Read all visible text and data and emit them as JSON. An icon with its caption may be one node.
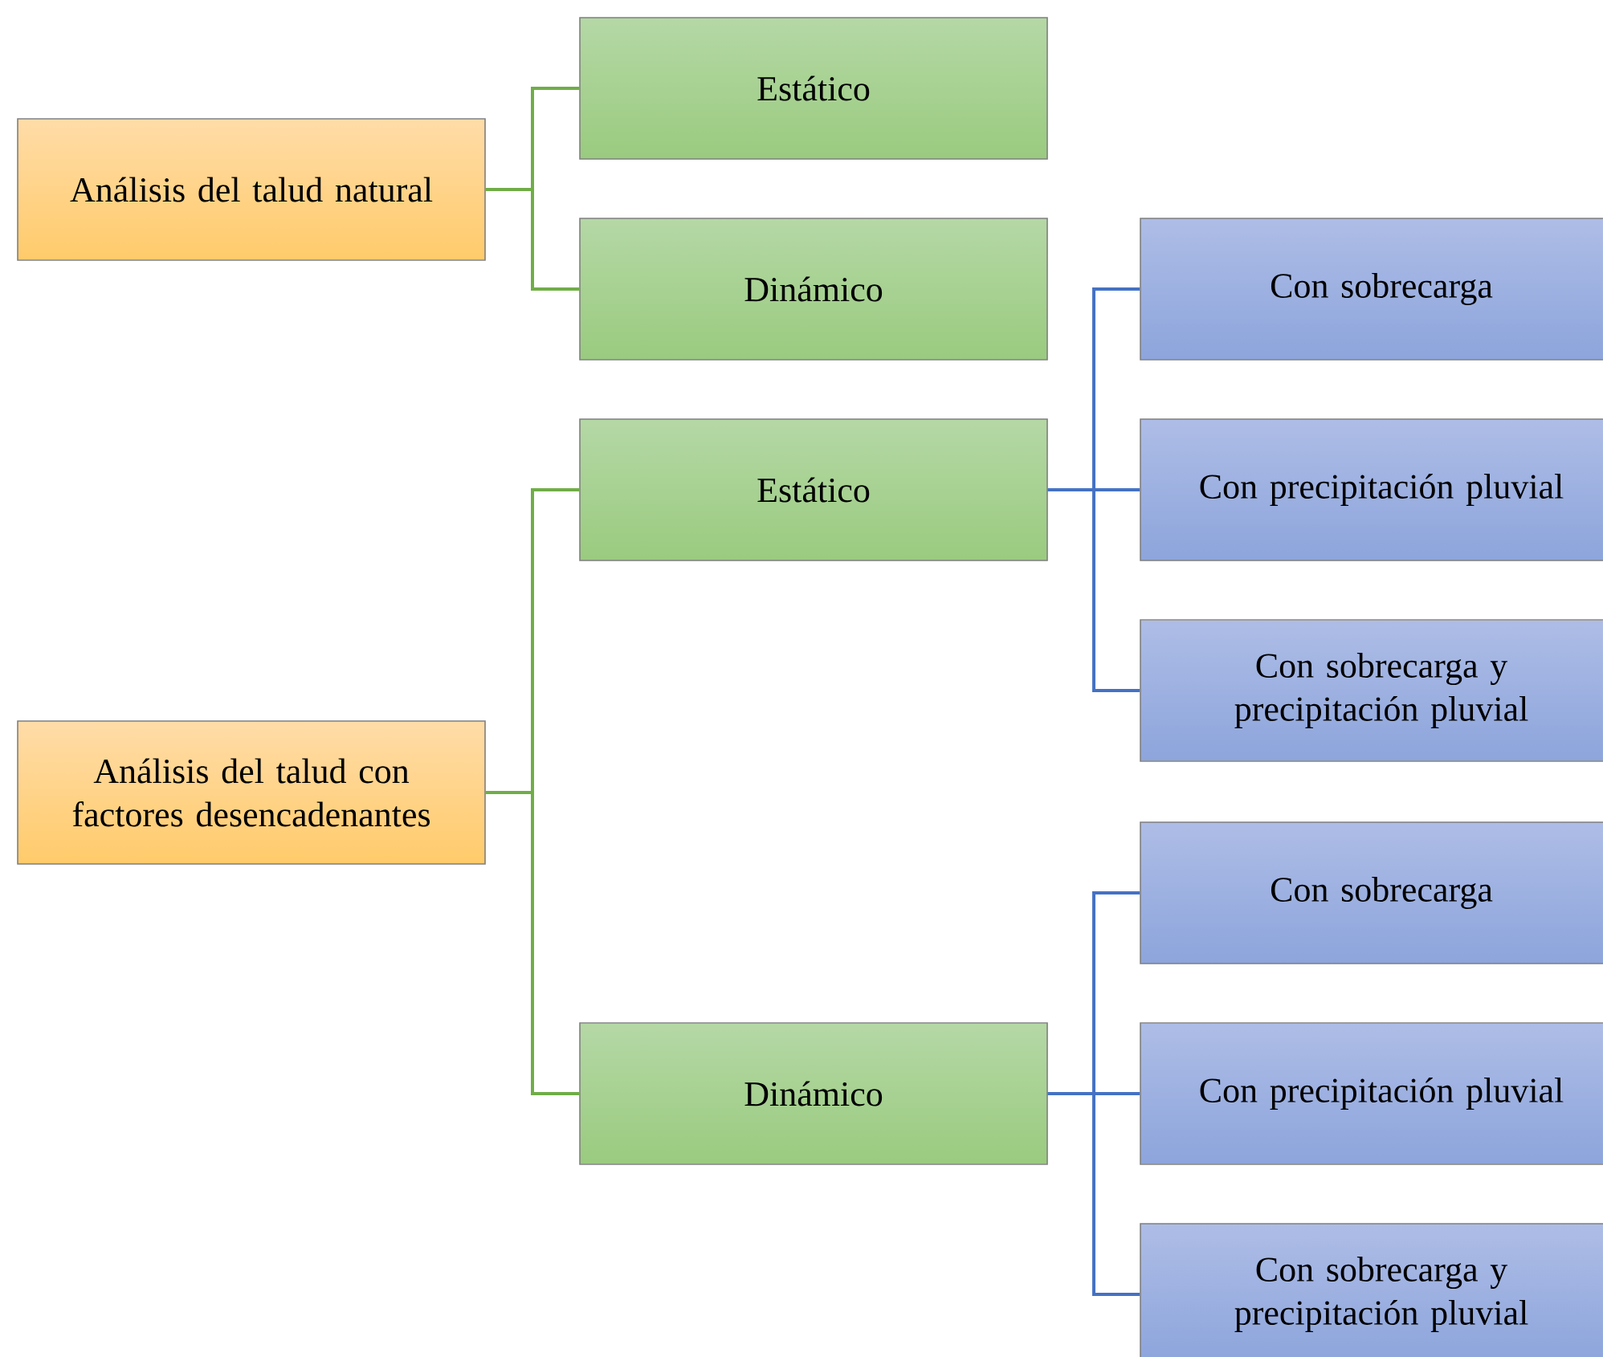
{
  "diagram": {
    "nodes": [
      {
        "text": [
          "Análisis del talud natural"
        ]
      },
      {
        "text": [
          "Estático"
        ]
      },
      {
        "text": [
          "Dinámico"
        ]
      },
      {
        "text": [
          "Análisis del talud con factores desencadenantes"
        ]
      },
      {
        "text": [
          "Estático"
        ]
      },
      {
        "text": [
          "Dinámico"
        ]
      },
      {
        "text": [
          "Con sobrecarga"
        ]
      },
      {
        "text": [
          "Con precipitación pluvial"
        ]
      },
      {
        "text": [
          "Con sobrecarga y precipitación pluvial"
        ]
      },
      {
        "text": [
          "Con sobrecarga"
        ]
      },
      {
        "text": [
          "Con precipitación pluvial"
        ]
      },
      {
        "text": [
          "Con sobrecarga y precipitación pluvial"
        ]
      }
    ],
    "edges": [
      {
        "from": 0,
        "to": 1,
        "arrow": "none",
        "color": "#70ad47"
      },
      {
        "from": 0,
        "to": 2,
        "arrow": "none",
        "color": "#70ad47"
      },
      {
        "from": 3,
        "to": 4,
        "arrow": "none",
        "color": "#70ad47"
      },
      {
        "from": 3,
        "to": 5,
        "arrow": "none",
        "color": "#70ad47"
      },
      {
        "from": 4,
        "to": 6,
        "arrow": "none",
        "color": "#4472c4"
      },
      {
        "from": 4,
        "to": 7,
        "arrow": "none",
        "color": "#4472c4"
      },
      {
        "from": 4,
        "to": 8,
        "arrow": "none",
        "color": "#4472c4"
      },
      {
        "from": 5,
        "to": 9,
        "arrow": "none",
        "color": "#4472c4"
      },
      {
        "from": 5,
        "to": 10,
        "arrow": "none",
        "color": "#4472c4"
      },
      {
        "from": 5,
        "to": 11,
        "arrow": "none",
        "color": "#4472c4"
      }
    ]
  }
}
